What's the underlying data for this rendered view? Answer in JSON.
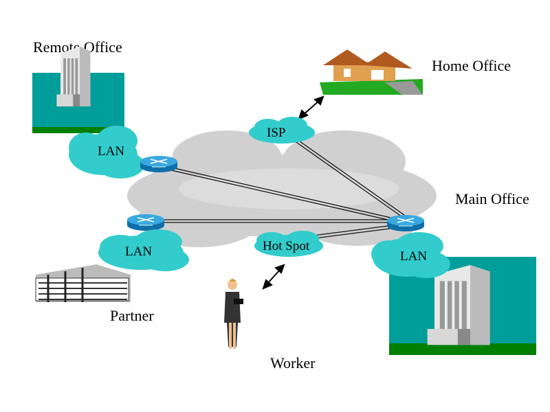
{
  "labels": {
    "remote_office": "Remote Office",
    "home_office": "Home Office",
    "main_office": "Main Office",
    "partner": "Partner",
    "worker": "Worker"
  },
  "clouds": {
    "remote_lan": "LAN",
    "partner_lan": "LAN",
    "main_lan": "LAN",
    "isp": "ISP",
    "hot_spot": "Hot Spot"
  },
  "colors": {
    "lan_cloud": "#33cccc",
    "internet_cloud": "#cfcfcf",
    "building_bg": "#009e9a",
    "grass": "#008000",
    "router": "#1e90d0"
  }
}
